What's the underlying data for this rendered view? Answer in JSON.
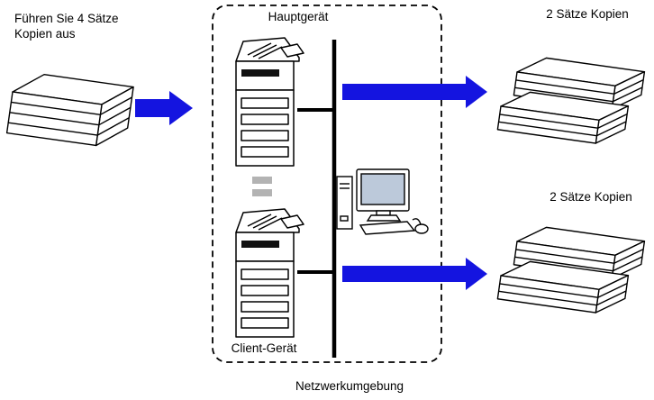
{
  "diagram": {
    "source": {
      "label_line1": "Führen Sie 4 Sätze",
      "label_line2": "Kopien aus"
    },
    "network_box": {
      "main_unit_label": "Hauptgerät",
      "client_unit_label": "Client-Gerät",
      "caption": "Netzwerkumgebung"
    },
    "outputs": {
      "top_label": "2 Sätze Kopien",
      "bottom_label": "2 Sätze Kopien"
    },
    "colors": {
      "arrow_blue": "#1414e0",
      "outline": "#000000",
      "gray_dash": "#b3b3b3",
      "screen": "#bcc9da",
      "slot_dark": "#111111"
    }
  }
}
